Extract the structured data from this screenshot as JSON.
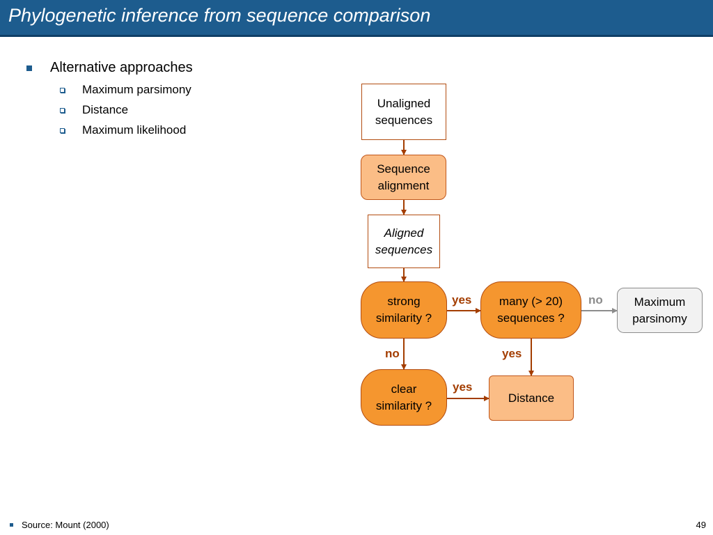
{
  "slide": {
    "title": "Phylogenetic inference from sequence comparison",
    "bullet": "Alternative approaches",
    "subbullets": [
      "Maximum parsimony",
      "Distance",
      "Maximum likelihood"
    ],
    "footer": "Source: Mount (2000)",
    "page_number": "49"
  },
  "flowchart": {
    "nodes": {
      "unaligned": "Unaligned\nsequences",
      "alignment": "Sequence\nalignment",
      "aligned": "Aligned\nsequences",
      "strong": "strong\nsimilarity ?",
      "many": "many (> 20)\nsequences ?",
      "parsimony": "Maximum\nparsinomy",
      "clear": "clear\nsimilarity ?",
      "distance": "Distance"
    },
    "labels": {
      "strong_yes": "yes",
      "many_no": "no",
      "strong_no": "no",
      "many_yes": "yes",
      "clear_yes": "yes"
    }
  },
  "colors": {
    "header": "#1d5c8e",
    "dark_node": "#f5962f",
    "light_node": "#fbbd86",
    "arrow": "#a33d00",
    "gray_arrow": "#8c8c8c"
  }
}
